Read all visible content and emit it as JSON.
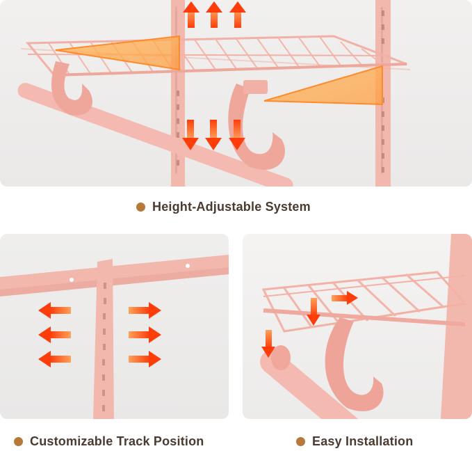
{
  "captions": {
    "top": "Height-Adjustable System",
    "bottom_left": "Customizable Track Position",
    "bottom_right": "Easy Installation"
  },
  "colors": {
    "pink": "#f3b5ac",
    "pink_dark": "#e89a90",
    "arrow_orange": "#ff5a14",
    "bullet": "#b6793a",
    "caption_text": "#4a3a30"
  },
  "icons": {
    "arrow": "arrow-icon",
    "bullet": "bullet-dot-icon"
  }
}
